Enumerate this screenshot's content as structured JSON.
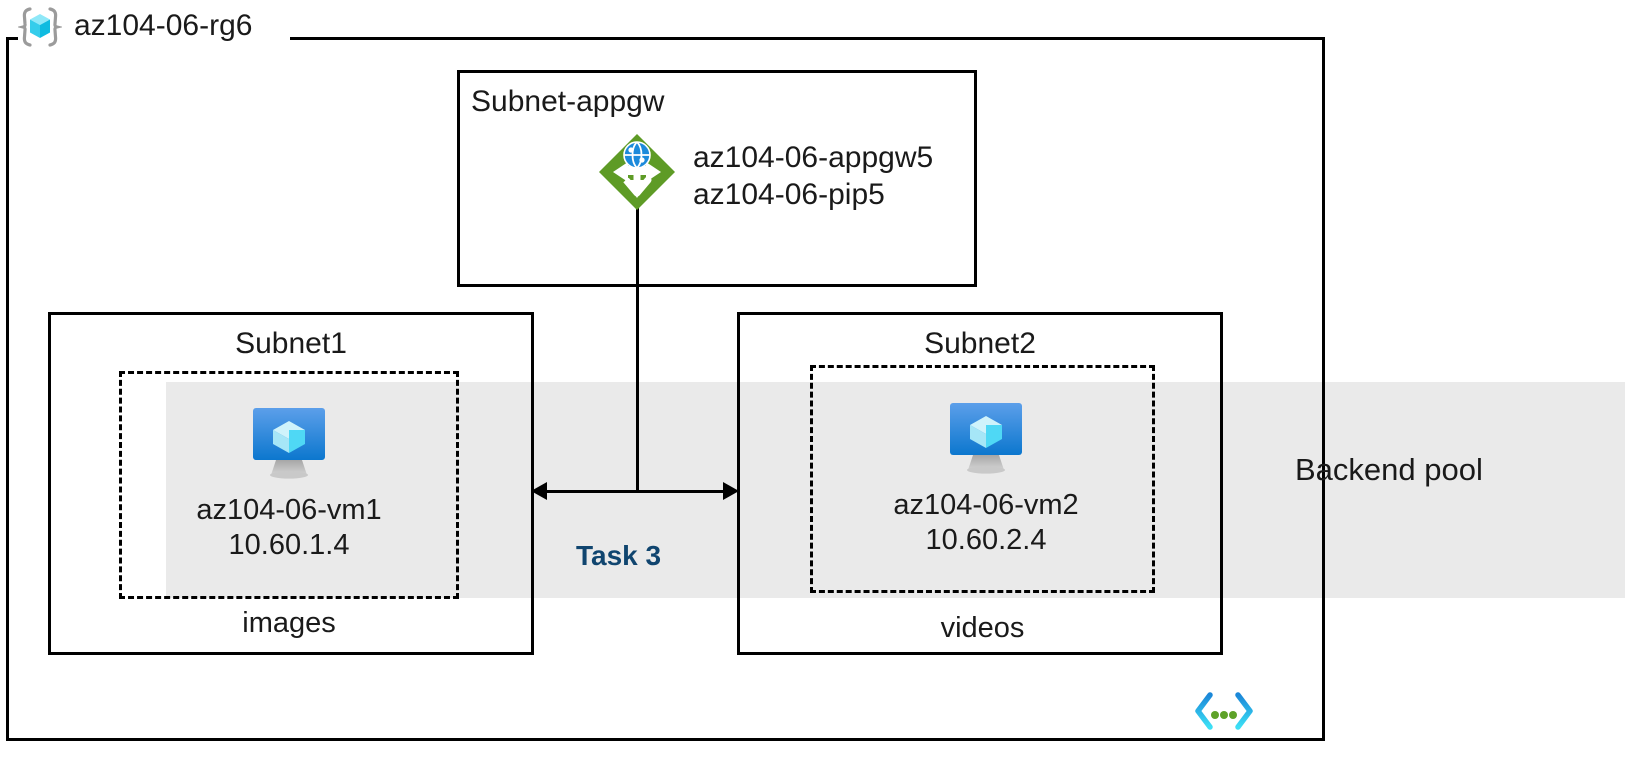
{
  "diagram": {
    "resource_group": {
      "name": "az104-06-rg6",
      "icon": "resource-group-cube-icon"
    },
    "backend_pool": {
      "label": "Backend pool",
      "band_color": "#EAEAEA"
    },
    "subnets": [
      {
        "id": "subnet-appgw",
        "title": "Subnet-appgw",
        "resources": [
          {
            "icon": "application-gateway-icon",
            "lines": [
              "az104-06-appgw5",
              "az104-06-pip5"
            ]
          }
        ]
      },
      {
        "id": "subnet1",
        "title": "Subnet1",
        "folder_label": "images",
        "vm": {
          "icon": "virtual-machine-icon",
          "name": "az104-06-vm1",
          "ip": "10.60.1.4"
        }
      },
      {
        "id": "subnet2",
        "title": "Subnet2",
        "folder_label": "videos",
        "vm": {
          "icon": "virtual-machine-icon",
          "name": "az104-06-vm2",
          "ip": "10.60.2.4"
        }
      }
    ],
    "connector": {
      "task_label": "Task 3",
      "task_label_color": "#10456F",
      "arrow_style": "double-headed"
    },
    "vnet_icon": {
      "name": "virtual-network-icon",
      "bracket_color": "#0F7DD4",
      "dot_color": "#5EA228"
    },
    "colors": {
      "appgw_green": "#5E9B26",
      "vm_blue": "#0F7DD4",
      "cube_cyan": "#66DCF5",
      "outline_black": "#000000"
    }
  }
}
